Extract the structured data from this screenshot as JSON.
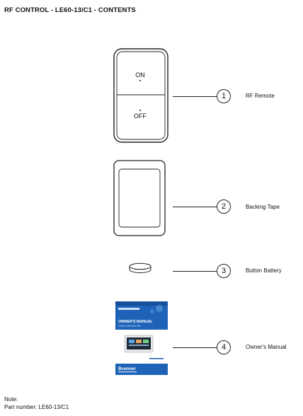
{
  "title": "RF CONTROL - LE60-13/C1 - CONTENTS",
  "remote": {
    "on_label": "ON",
    "off_label": "OFF"
  },
  "items": [
    {
      "number": "1",
      "label": "RF Remote"
    },
    {
      "number": "2",
      "label": "Backing Tape"
    },
    {
      "number": "3",
      "label": "Button Battery"
    },
    {
      "number": "4",
      "label": "Owner's Manual"
    }
  ],
  "manual_cover": {
    "heading": "OWNER'S MANUAL",
    "subheading": "ZONE CONTROLLER",
    "brand": "Brenner",
    "cover_color": "#1e63b8"
  },
  "note": {
    "heading": "Note:",
    "part_number": "Part number: LE60-13/C1"
  }
}
